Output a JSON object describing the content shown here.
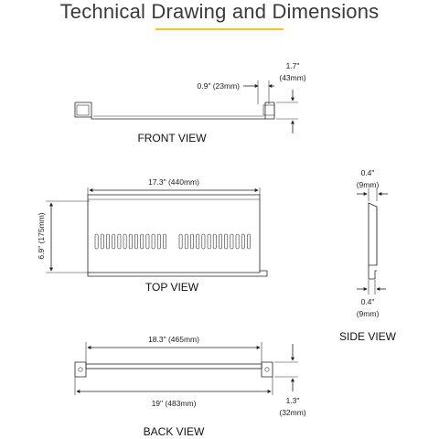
{
  "header": {
    "title": "Technical Drawing and Dimensions",
    "accent_color": "#f2c230"
  },
  "front_view": {
    "label": "FRONT VIEW",
    "dim_width": "0.9\" (23mm)",
    "dim_height_line1": "1.7\"",
    "dim_height_line2": "(43mm)"
  },
  "top_view": {
    "label": "TOP VIEW",
    "dim_width": "17.3\" (440mm)",
    "dim_depth": "6.9\" (175mm)"
  },
  "side_view": {
    "label": "SIDE VIEW",
    "dim_top_line1": "0.4\"",
    "dim_top_line2": "(9mm)",
    "dim_bottom_line1": "0.4\"",
    "dim_bottom_line2": "(9mm)"
  },
  "back_view": {
    "label": "BACK VIEW",
    "dim_inner": "18.3\" (465mm)",
    "dim_outer": "19\" (483mm)",
    "dim_height_line1": "1.3\"",
    "dim_height_line2": "(32mm)"
  }
}
